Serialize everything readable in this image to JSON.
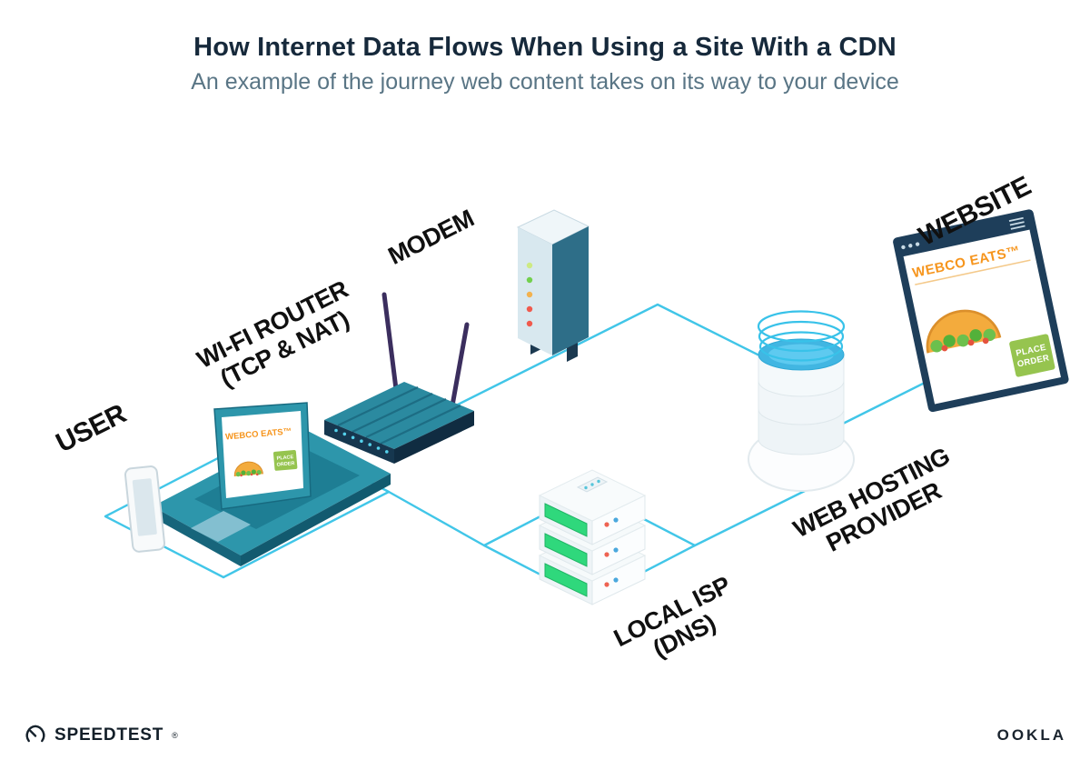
{
  "header": {
    "title": "How Internet Data Flows When Using a Site With a CDN",
    "subtitle": "An example of the journey web content takes on its way to your device"
  },
  "labels": {
    "user": "USER",
    "router_line1": "WI-FI ROUTER",
    "router_line2": "(TCP & NAT)",
    "modem": "MODEM",
    "isp_line1": "LOCAL ISP",
    "isp_line2": "(DNS)",
    "hosting_line1": "WEB HOSTING",
    "hosting_line2": "PROVIDER",
    "website": "WEBSITE"
  },
  "website_screen": {
    "brand": "WEBCO EATS™",
    "order_line1": "PLACE",
    "order_line2": "ORDER"
  },
  "laptop_screen": {
    "brand": "WEBCO EATS™",
    "order_line1": "PLACE",
    "order_line2": "ORDER"
  },
  "footer": {
    "speedtest": "SPEEDTEST",
    "speedtest_mark": "®",
    "ookla": "OOKLA"
  },
  "colors": {
    "connector_cyan": "#41c6e8",
    "device_teal": "#2d96ab",
    "device_navy": "#1e3e5a",
    "accent_orange": "#f6951d",
    "panel_green": "#2fd87c",
    "button_green": "#96c44f",
    "antenna_purple": "#3b2e5e",
    "water_blue": "#41b6e2",
    "title_text": "#16293b",
    "subtitle_text": "#597585",
    "label_text": "#101010"
  }
}
